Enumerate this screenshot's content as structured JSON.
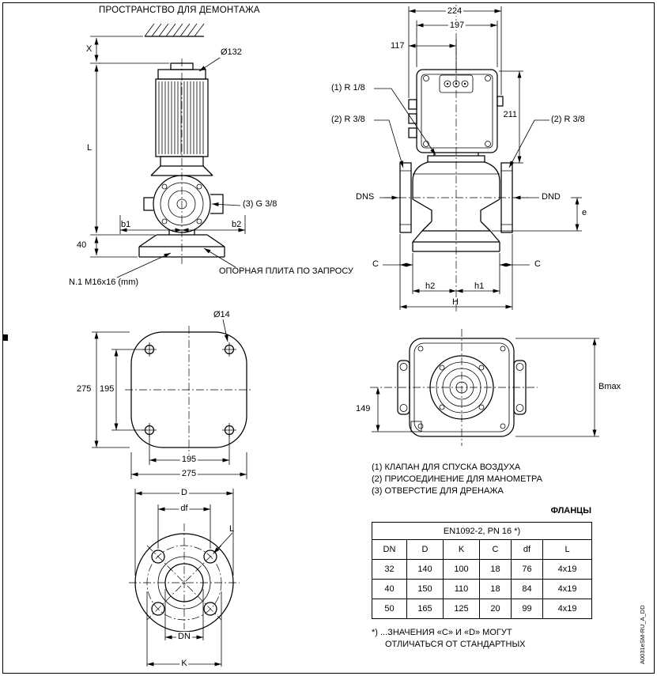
{
  "drawing_code": "A0031eSM-RU_A_DD",
  "side_view": {
    "clearance_note": "ПРОСТРАНСТВО ДЛЯ ДЕМОНТАЖА",
    "dim_clearance": "X",
    "dim_motor_dia": "Ø132",
    "dim_height": "L",
    "drain_label": "(3) G 3/8",
    "dim_b1": "b1",
    "dim_b2": "b2",
    "dim_plate_height": "40",
    "plate_note": "ОПОРНАЯ ПЛИТА ПО ЗАПРОСУ",
    "anchor_note": "N.1 M16x16 (mm)"
  },
  "front_view": {
    "dim_width_total": "224",
    "dim_width_box": "197",
    "dim_width_half": "117",
    "dim_box_height": "211",
    "vent_label": "(1) R 1/8",
    "gauge_label_left": "(2) R 3/8",
    "gauge_label_right": "(2) R 3/8",
    "suction_label": "DNS",
    "discharge_label": "DND",
    "dim_e": "e",
    "dim_c_left": "C",
    "dim_c_right": "C",
    "dim_h2": "h2",
    "dim_h1": "h1",
    "dim_h_total": "H"
  },
  "plate_view": {
    "dim_hole_dia": "Ø14",
    "dim_outer_v": "275",
    "dim_holes_v": "195",
    "dim_holes_h": "195",
    "dim_outer_h": "275"
  },
  "top_view": {
    "dim_149": "149",
    "dim_bmax": "Bmax"
  },
  "flange_view": {
    "dim_outer": "D",
    "dim_face": "df",
    "dim_hole": "L",
    "dim_bore": "DN",
    "dim_bolt_circle": "K"
  },
  "notes": {
    "note1": "(1) КЛАПАН ДЛЯ СПУСКА ВОЗДУХА",
    "note2": "(2) ПРИСОЕДИНЕНИЕ ДЛЯ МАНОМЕТРА",
    "note3": "(3) ОТВЕРСТИЕ ДЛЯ ДРЕНАЖА"
  },
  "flange_table": {
    "title": "ФЛАНЦЫ",
    "standard": "EN1092-2, PN 16 *)",
    "columns": [
      "DN",
      "D",
      "K",
      "C",
      "df",
      "L"
    ],
    "rows": [
      [
        "32",
        "140",
        "100",
        "18",
        "76",
        "4x19"
      ],
      [
        "40",
        "150",
        "110",
        "18",
        "84",
        "4x19"
      ],
      [
        "50",
        "165",
        "125",
        "20",
        "99",
        "4x19"
      ]
    ],
    "footnote_line1": "*) ...ЗНАЧЕНИЯ «C» И «D» МОГУТ",
    "footnote_line2": "ОТЛИЧАТЬСЯ ОТ СТАНДАРТНЫХ"
  }
}
